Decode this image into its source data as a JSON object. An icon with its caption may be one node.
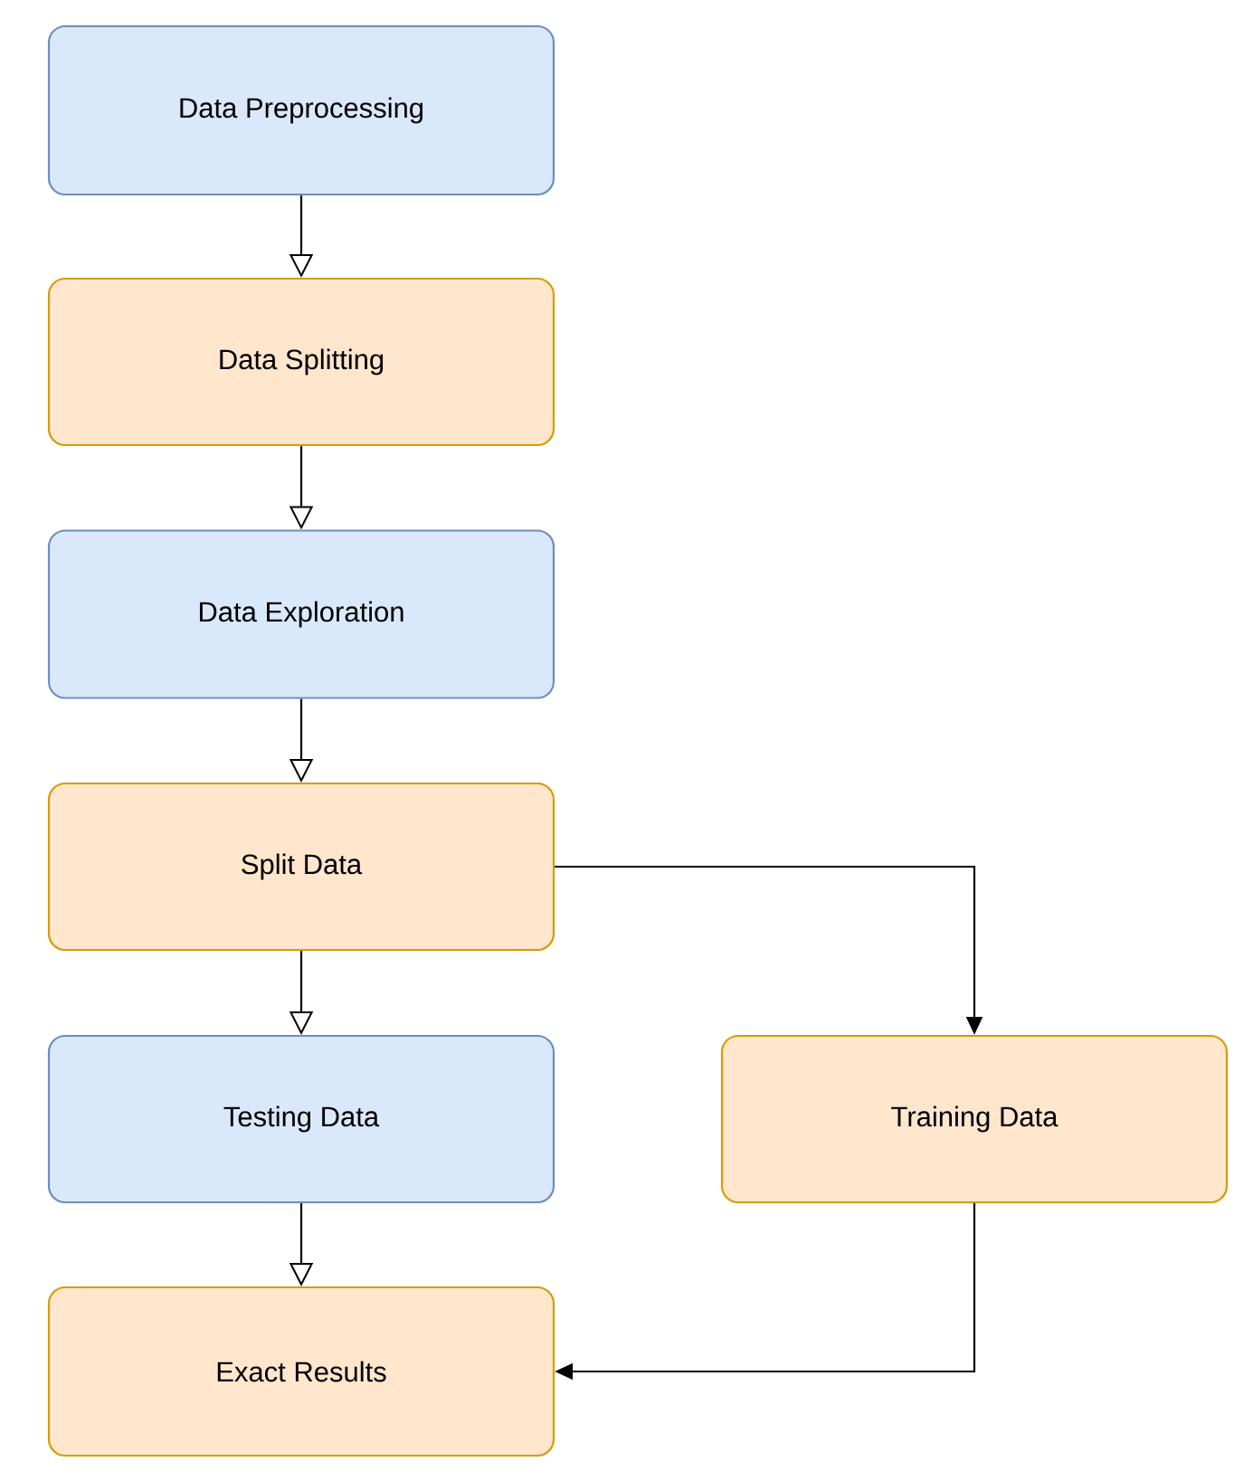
{
  "diagram": {
    "nodes": [
      {
        "text": [
          "Data Preprocessing"
        ]
      },
      {
        "text": [
          "Data Splitting"
        ]
      },
      {
        "text": [
          "Data Exploration"
        ]
      },
      {
        "text": [
          "Split Data"
        ]
      },
      {
        "text": [
          "Testing Data"
        ]
      },
      {
        "text": [
          "Exact Results"
        ]
      },
      {
        "text": [
          "Training Data"
        ]
      }
    ],
    "edges": [
      {
        "from": 0,
        "to": 1,
        "arrow": "to"
      },
      {
        "from": 1,
        "to": 2,
        "arrow": "to"
      },
      {
        "from": 2,
        "to": 3,
        "arrow": "to"
      },
      {
        "from": 3,
        "to": 4,
        "arrow": "to"
      },
      {
        "from": 4,
        "to": 5,
        "arrow": "to"
      },
      {
        "from": 3,
        "to": 6,
        "arrow": "to"
      },
      {
        "from": 6,
        "to": 5,
        "arrow": "to"
      }
    ]
  }
}
